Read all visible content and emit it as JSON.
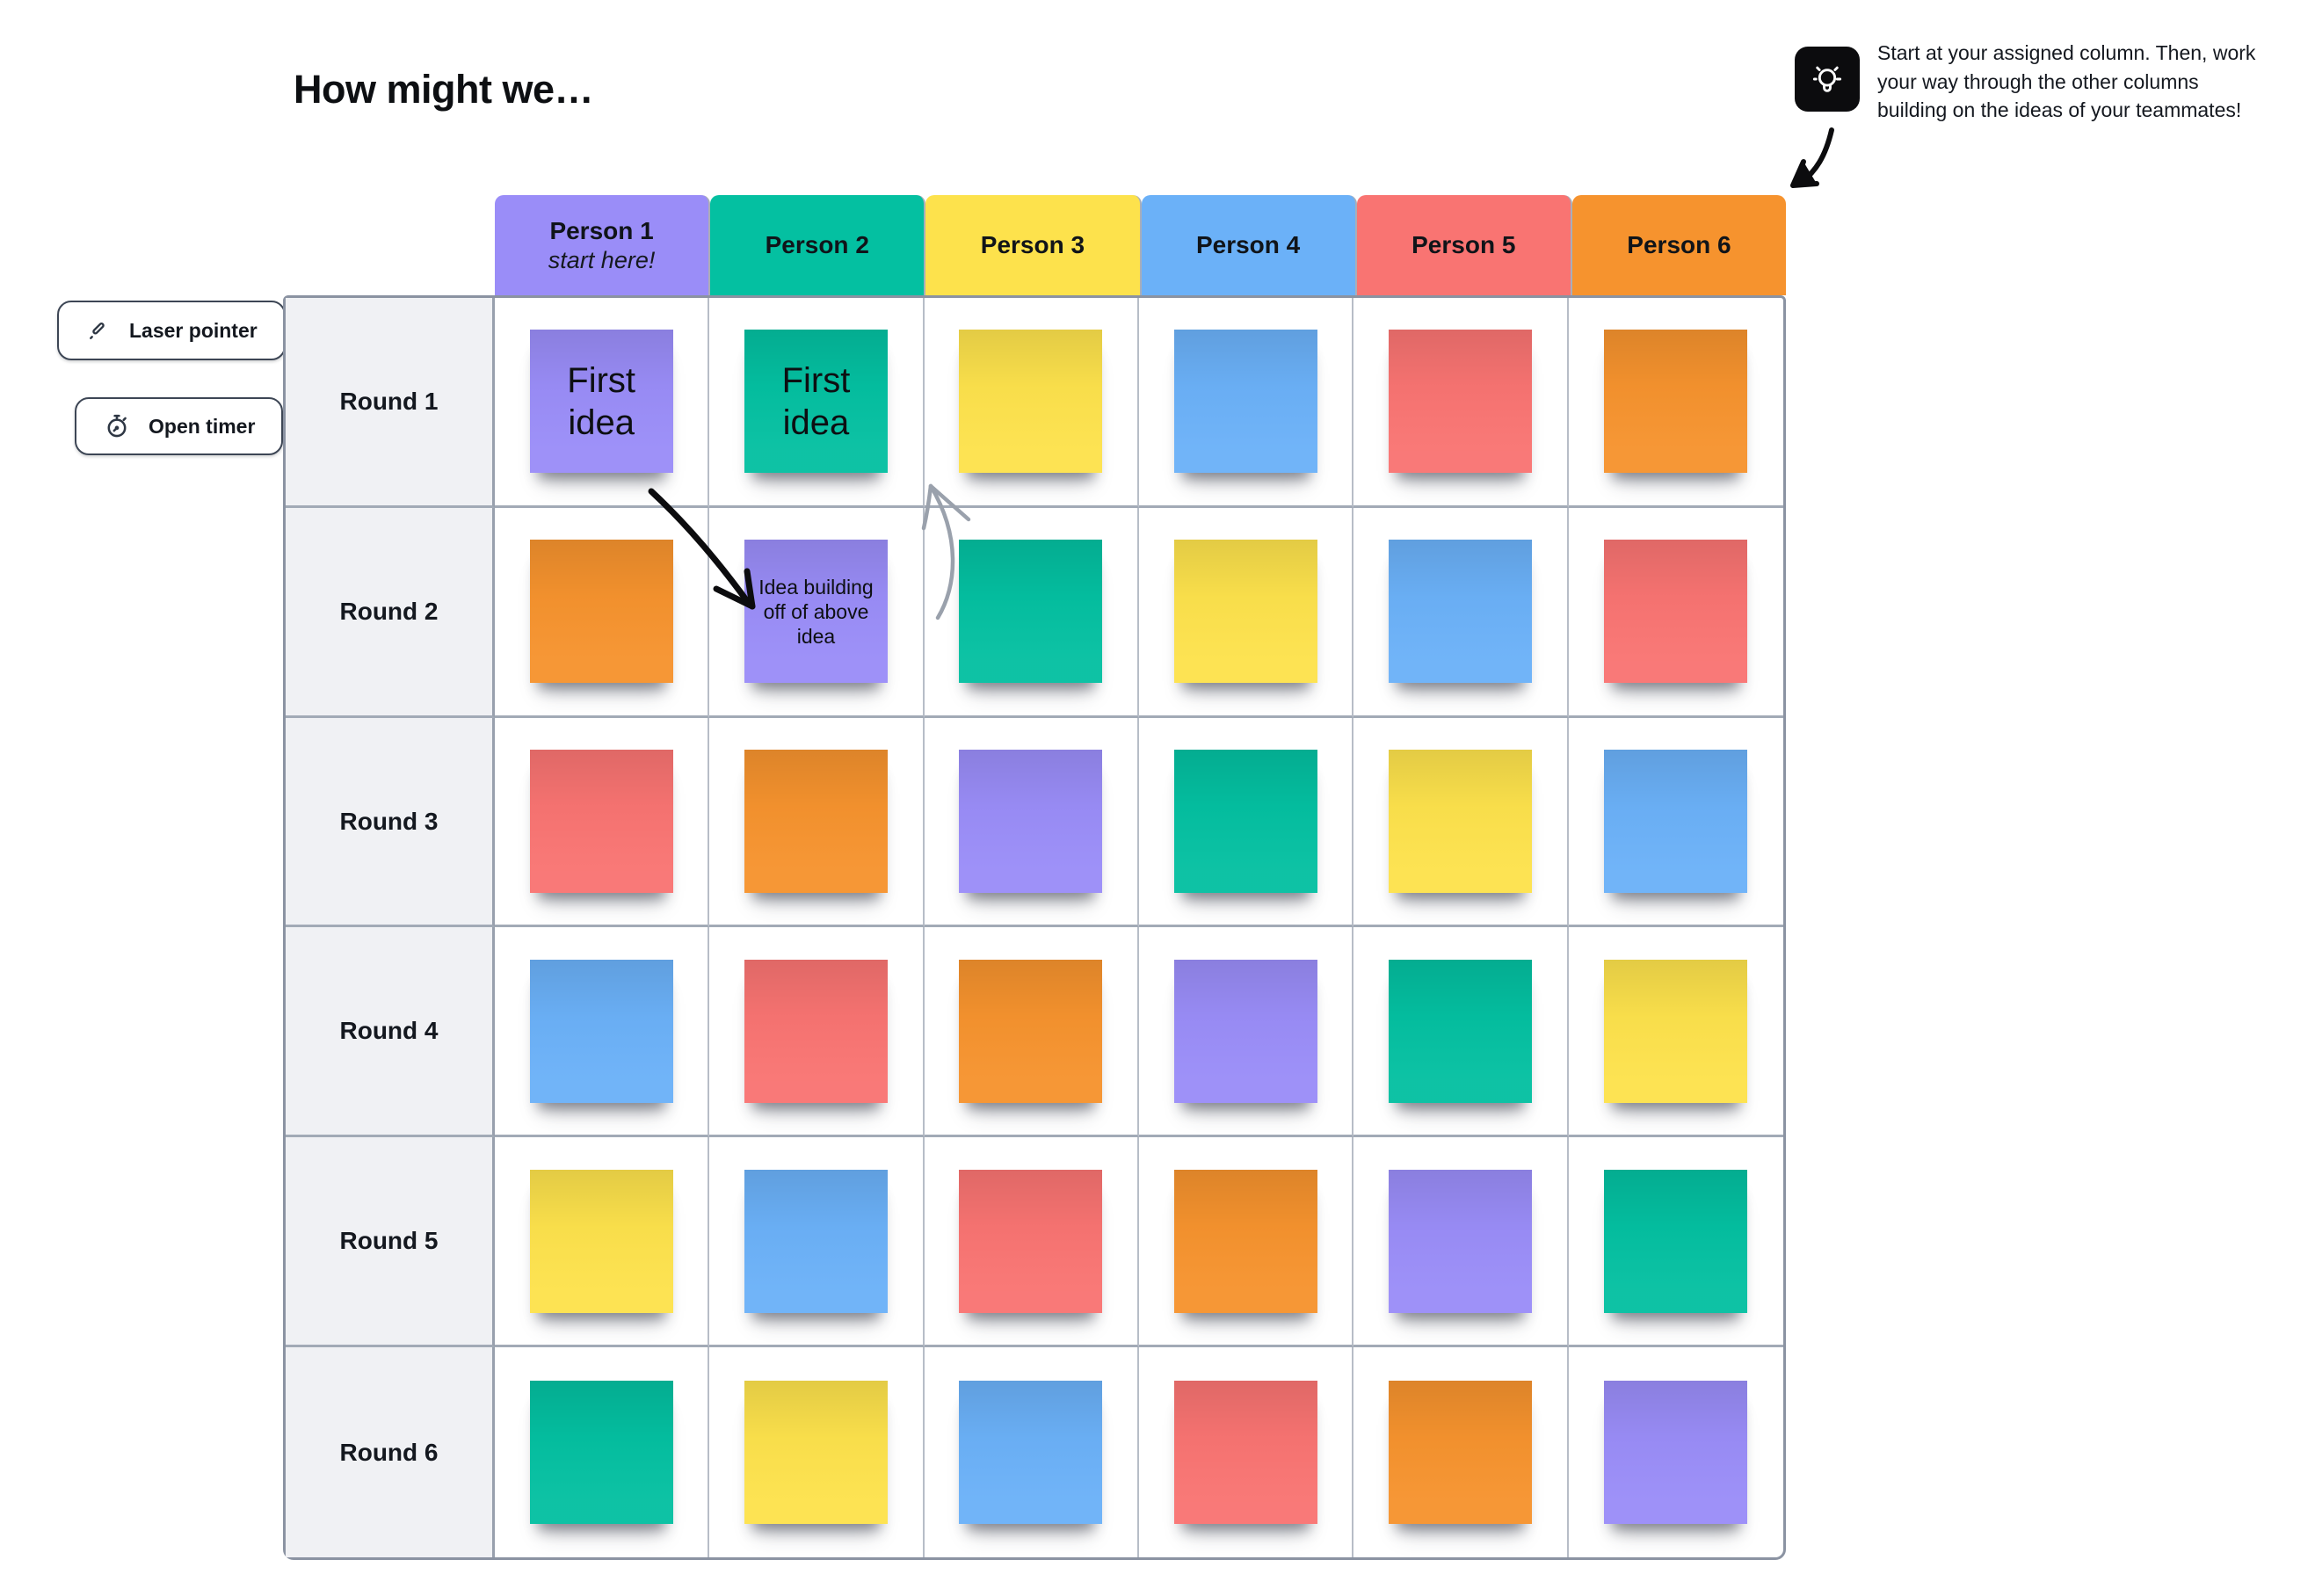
{
  "title": "How might we…",
  "tip": {
    "icon": "lightbulb-icon",
    "lines": [
      "Start at your assigned column. Then, work",
      "your way through the other columns",
      "building on the ideas of your teammates!"
    ]
  },
  "tools": [
    {
      "icon": "laser-pointer-icon",
      "label": "Laser pointer"
    },
    {
      "icon": "stopwatch-icon",
      "label": "Open timer"
    }
  ],
  "colors": {
    "purple": "#9a8df8",
    "teal": "#04c0a1",
    "yellow": "#fde24c",
    "blue": "#6bb1f8",
    "red": "#f97472",
    "orange": "#f6932e",
    "row_label_bg": "#f0f1f4",
    "grid_border": "#8b93a2",
    "gray_arrow": "#9aa1ac",
    "black_arrow": "#0c0c0e"
  },
  "board": {
    "columns": [
      {
        "label": "Person 1",
        "sublabel": "start here!",
        "color": "purple"
      },
      {
        "label": "Person 2",
        "sublabel": "",
        "color": "teal"
      },
      {
        "label": "Person 3",
        "sublabel": "",
        "color": "yellow"
      },
      {
        "label": "Person 4",
        "sublabel": "",
        "color": "blue"
      },
      {
        "label": "Person 5",
        "sublabel": "",
        "color": "red"
      },
      {
        "label": "Person 6",
        "sublabel": "",
        "color": "orange"
      }
    ],
    "rows": [
      "Round 1",
      "Round 2",
      "Round 3",
      "Round 4",
      "Round 5",
      "Round 6"
    ],
    "cells": [
      [
        {
          "color": "purple",
          "text": "First idea",
          "text_size": "lg"
        },
        {
          "color": "teal",
          "text": "First idea",
          "text_size": "lg"
        },
        {
          "color": "yellow",
          "text": "",
          "text_size": ""
        },
        {
          "color": "blue",
          "text": "",
          "text_size": ""
        },
        {
          "color": "red",
          "text": "",
          "text_size": ""
        },
        {
          "color": "orange",
          "text": "",
          "text_size": ""
        }
      ],
      [
        {
          "color": "orange",
          "text": "",
          "text_size": ""
        },
        {
          "color": "purple",
          "text": "Idea building off of above idea",
          "text_size": "sm"
        },
        {
          "color": "teal",
          "text": "",
          "text_size": ""
        },
        {
          "color": "yellow",
          "text": "",
          "text_size": ""
        },
        {
          "color": "blue",
          "text": "",
          "text_size": ""
        },
        {
          "color": "red",
          "text": "",
          "text_size": ""
        }
      ],
      [
        {
          "color": "red",
          "text": "",
          "text_size": ""
        },
        {
          "color": "orange",
          "text": "",
          "text_size": ""
        },
        {
          "color": "purple",
          "text": "",
          "text_size": ""
        },
        {
          "color": "teal",
          "text": "",
          "text_size": ""
        },
        {
          "color": "yellow",
          "text": "",
          "text_size": ""
        },
        {
          "color": "blue",
          "text": "",
          "text_size": ""
        }
      ],
      [
        {
          "color": "blue",
          "text": "",
          "text_size": ""
        },
        {
          "color": "red",
          "text": "",
          "text_size": ""
        },
        {
          "color": "orange",
          "text": "",
          "text_size": ""
        },
        {
          "color": "purple",
          "text": "",
          "text_size": ""
        },
        {
          "color": "teal",
          "text": "",
          "text_size": ""
        },
        {
          "color": "yellow",
          "text": "",
          "text_size": ""
        }
      ],
      [
        {
          "color": "yellow",
          "text": "",
          "text_size": ""
        },
        {
          "color": "blue",
          "text": "",
          "text_size": ""
        },
        {
          "color": "red",
          "text": "",
          "text_size": ""
        },
        {
          "color": "orange",
          "text": "",
          "text_size": ""
        },
        {
          "color": "purple",
          "text": "",
          "text_size": ""
        },
        {
          "color": "teal",
          "text": "",
          "text_size": ""
        }
      ],
      [
        {
          "color": "teal",
          "text": "",
          "text_size": ""
        },
        {
          "color": "yellow",
          "text": "",
          "text_size": ""
        },
        {
          "color": "blue",
          "text": "",
          "text_size": ""
        },
        {
          "color": "red",
          "text": "",
          "text_size": ""
        },
        {
          "color": "orange",
          "text": "",
          "text_size": ""
        },
        {
          "color": "purple",
          "text": "",
          "text_size": ""
        }
      ]
    ]
  }
}
